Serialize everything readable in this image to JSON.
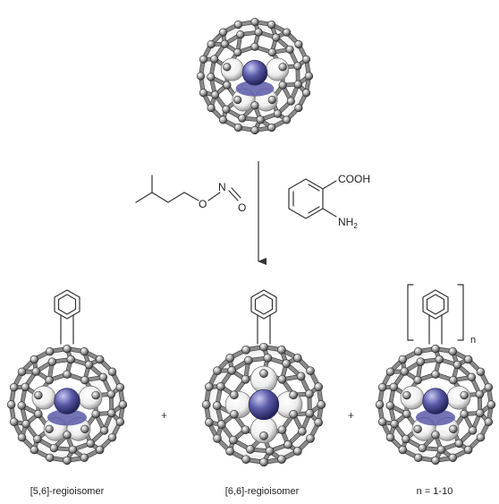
{
  "molecules": {
    "reactant": {},
    "products": [
      {
        "label": "[5,6]-regioisomer"
      },
      {
        "label": "[6,6]-regioisomer"
      },
      {
        "label": "n = 1-10"
      }
    ]
  },
  "reagents": {
    "nitrite_atoms": {
      "o": "O",
      "n": "N",
      "o2": "O"
    },
    "acid_group": "COOH",
    "amine_group": "NH",
    "amine_sub": "2"
  },
  "signs": {
    "plus": "+",
    "repeat_index": "n"
  },
  "colors": {
    "cage_bond": "#8a8a8a",
    "cage_atom": "#b4b4b4",
    "cage_dark": "#3a3a3a",
    "metal": "#5a5aa8",
    "lobe": "#eeeeee"
  }
}
